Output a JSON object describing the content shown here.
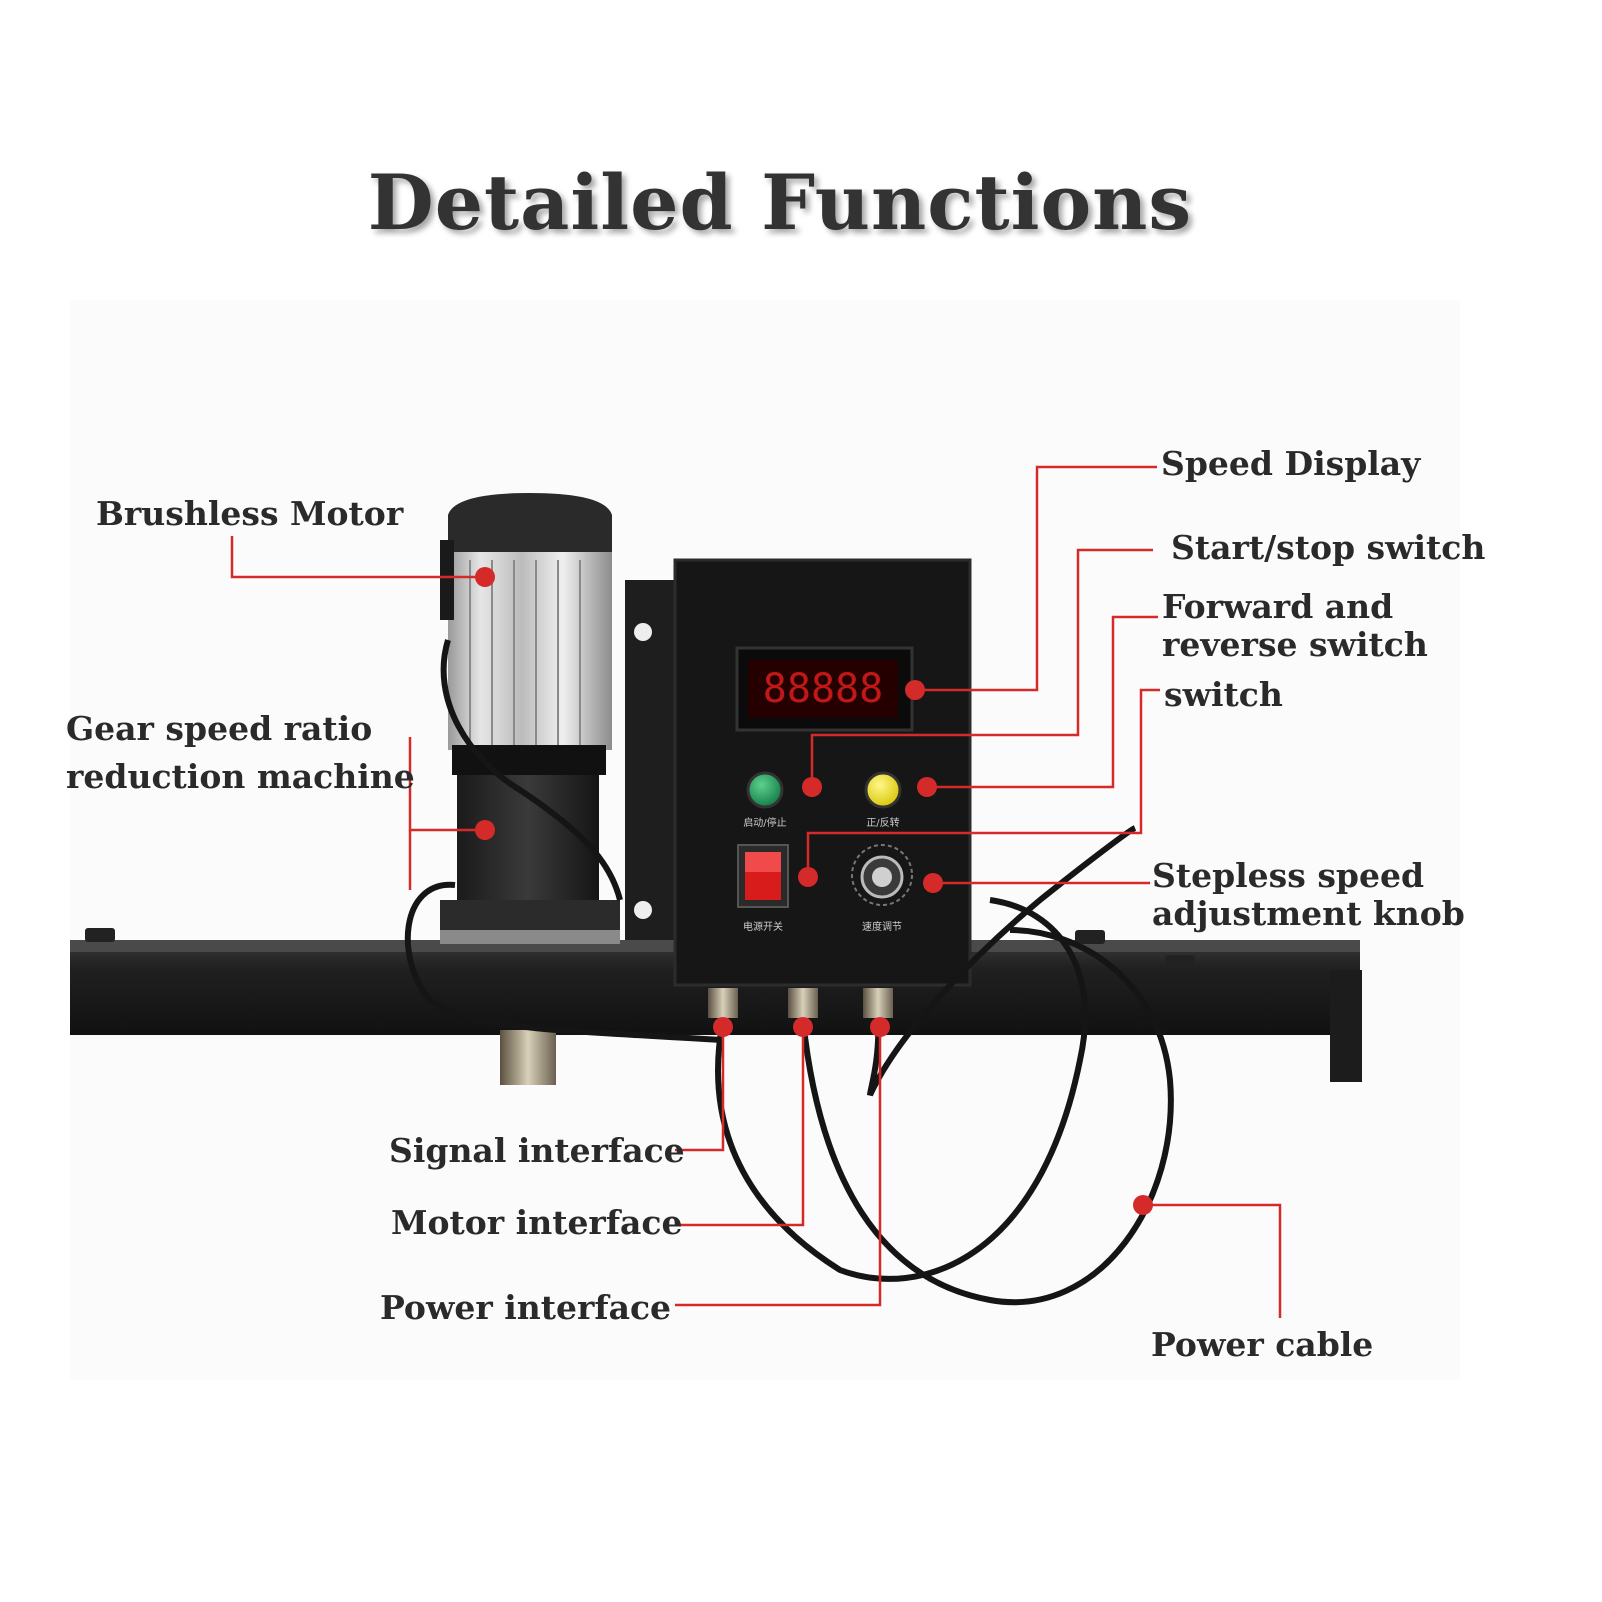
{
  "title": "Detailed Functions",
  "colors": {
    "callout": "#d42a2a",
    "title": "#333333",
    "label": "#2a2a2a"
  },
  "labels": {
    "brushless_motor": "Brushless Motor",
    "gear_reduction": "Gear speed ratio\nreduction machine",
    "speed_display": "Speed Display",
    "start_stop": "Start/stop switch",
    "forward_reverse": "Forward and\nreverse switch",
    "switch": "switch",
    "speed_knob": "Stepless speed\nadjustment knob",
    "signal_interface": "Signal interface",
    "motor_interface": "Motor interface",
    "power_interface": "Power interface",
    "power_cable": "Power cable"
  },
  "panel": {
    "display_digits": "88888",
    "green_button_caption": "启动/停止",
    "yellow_button_caption": "正/反转",
    "power_switch_caption": "电源开关",
    "knob_caption": "速度调节"
  }
}
